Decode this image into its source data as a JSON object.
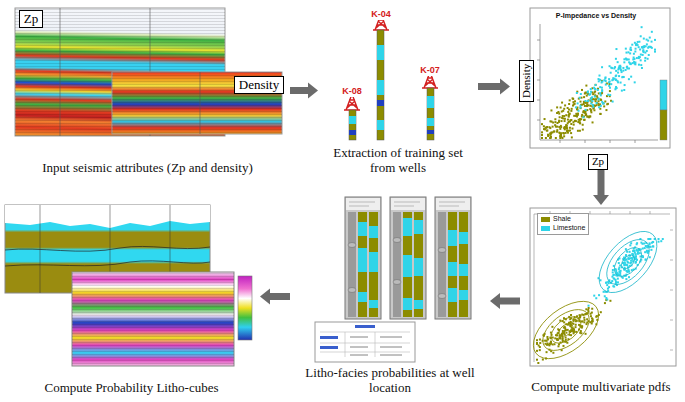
{
  "diagram": {
    "nodes": [
      {
        "text": [
          "Input seismic attributes (Zp and density)"
        ]
      },
      {
        "text": [
          "Extraction of training set from wells"
        ]
      },
      {
        "text": [
          "P-Impedance vs Density"
        ]
      },
      {
        "text": [
          "Compute multivariate pdfs"
        ]
      },
      {
        "text": [
          "Litho-facies probabilities at well location"
        ]
      },
      {
        "text": [
          "Compute Probability Litho-cubes"
        ]
      }
    ],
    "edges": [
      {
        "from": 0,
        "to": 1,
        "arrow": "to"
      },
      {
        "from": 1,
        "to": 2,
        "arrow": "to"
      },
      {
        "from": 2,
        "to": 3,
        "arrow": "to"
      },
      {
        "from": 3,
        "to": 4,
        "arrow": "to"
      },
      {
        "from": 4,
        "to": 5,
        "arrow": "to"
      }
    ],
    "labels": [
      "Zp",
      "Density",
      "K-04",
      "K-08",
      "K-07",
      "Density",
      "Zp"
    ],
    "legend": [
      {
        "text": "Shale",
        "color": "#8c8c00"
      },
      {
        "text": "Limestone",
        "color": "#2fd4e8"
      }
    ]
  }
}
